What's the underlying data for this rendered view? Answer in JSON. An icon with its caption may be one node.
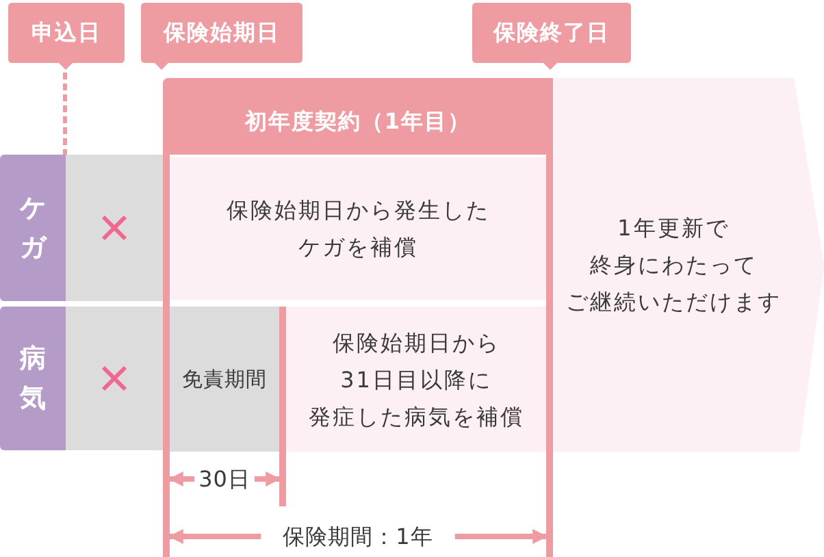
{
  "diagram": {
    "nodes": [
      {
        "text": [
          "申込日"
        ]
      },
      {
        "text": [
          "保険始期日"
        ]
      },
      {
        "text": [
          "保険終了日"
        ]
      },
      {
        "text": [
          "初年度契約（1年目）"
        ]
      },
      {
        "text": [
          "ケガ"
        ]
      },
      {
        "text": [],
        "shape": "box"
      },
      {
        "text": [
          "保険始期日から発生したケガを補償"
        ],
        "in": 3
      },
      {
        "text": [
          "病気"
        ]
      },
      {
        "text": [],
        "shape": "box"
      },
      {
        "text": [
          "免責期間"
        ],
        "in": 3
      },
      {
        "text": [
          "保険始期日から31日目以降に発症した病気を補償"
        ],
        "in": 3
      },
      {
        "text": [
          "1年更新で終身にわたってご継続いただけます"
        ]
      }
    ],
    "edges": [
      {
        "from": 0,
        "to": 4,
        "arrow": "none",
        "style": "dashed"
      }
    ],
    "labels": [
      "30日",
      "保険期間：1年"
    ]
  }
}
